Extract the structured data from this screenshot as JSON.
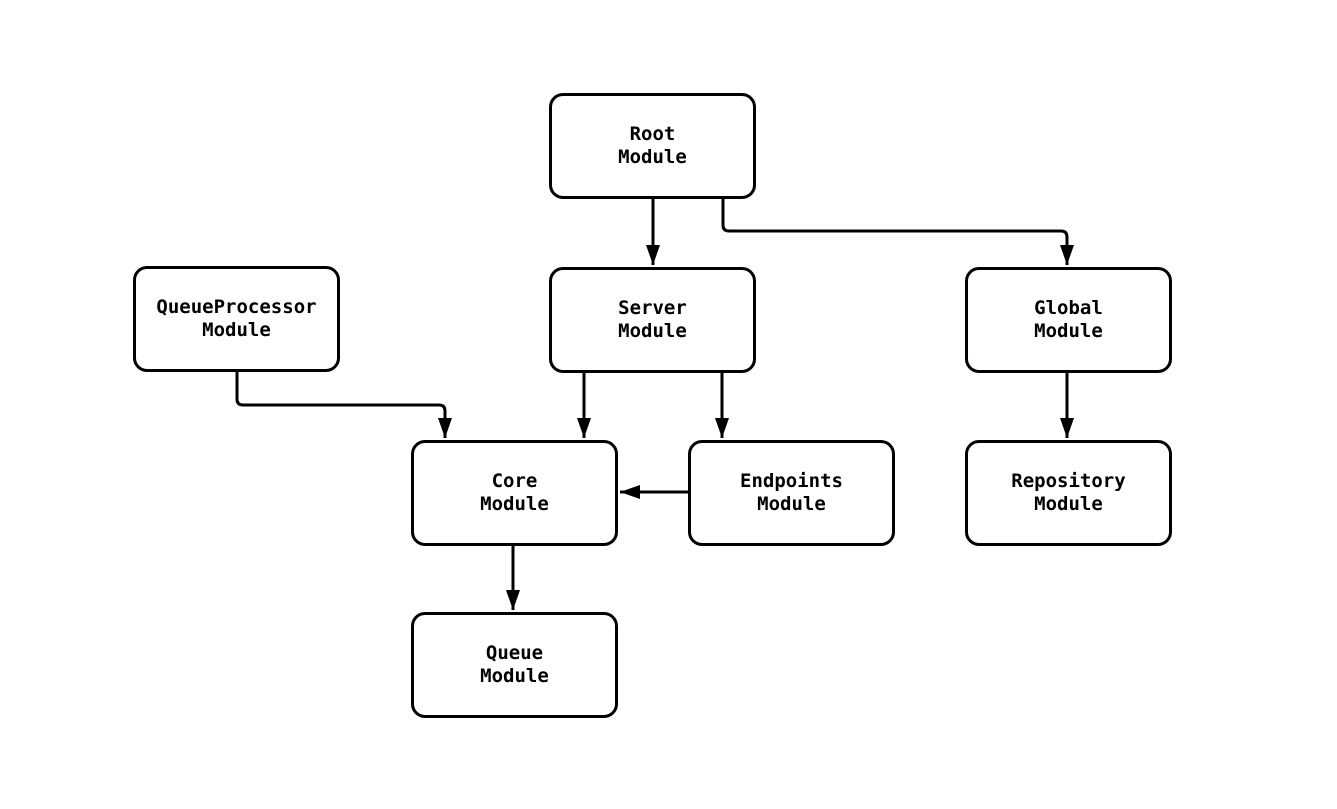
{
  "diagram": {
    "type": "flowchart",
    "direction": "top-down",
    "colors": {
      "background": "#ffffff",
      "node_fill": "#ffffff",
      "node_border": "#000000",
      "edge_stroke": "#000000",
      "text": "#000000"
    },
    "nodes": [
      {
        "id": "root",
        "label": "Root\nModule"
      },
      {
        "id": "queueprocessor",
        "label": "QueueProcessor\nModule"
      },
      {
        "id": "server",
        "label": "Server\nModule"
      },
      {
        "id": "global",
        "label": "Global\nModule"
      },
      {
        "id": "core",
        "label": "Core\nModule"
      },
      {
        "id": "endpoints",
        "label": "Endpoints\nModule"
      },
      {
        "id": "repository",
        "label": "Repository\nModule"
      },
      {
        "id": "queue",
        "label": "Queue\nModule"
      }
    ],
    "edges": [
      {
        "from": "root",
        "to": "server"
      },
      {
        "from": "root",
        "to": "global"
      },
      {
        "from": "queueprocessor",
        "to": "core"
      },
      {
        "from": "server",
        "to": "core"
      },
      {
        "from": "server",
        "to": "endpoints"
      },
      {
        "from": "endpoints",
        "to": "core"
      },
      {
        "from": "global",
        "to": "repository"
      },
      {
        "from": "core",
        "to": "queue"
      }
    ]
  }
}
